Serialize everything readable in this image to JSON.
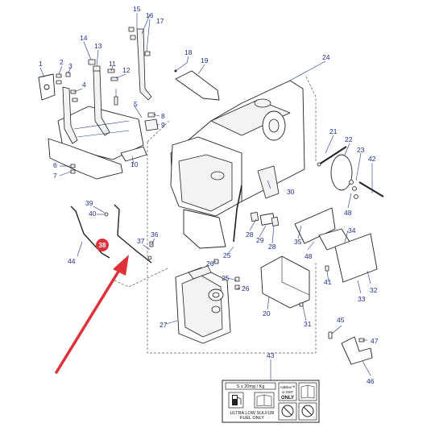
{
  "callouts": [
    {
      "id": "c1",
      "text": "1"
    },
    {
      "id": "c2",
      "text": "2"
    },
    {
      "id": "c3",
      "text": "3"
    },
    {
      "id": "c4",
      "text": "4"
    },
    {
      "id": "c5",
      "text": "5"
    },
    {
      "id": "c6",
      "text": "6"
    },
    {
      "id": "c7",
      "text": "7"
    },
    {
      "id": "c8",
      "text": "8"
    },
    {
      "id": "c9",
      "text": "9"
    },
    {
      "id": "c10",
      "text": "10"
    },
    {
      "id": "c11",
      "text": "11"
    },
    {
      "id": "c12",
      "text": "12"
    },
    {
      "id": "c13",
      "text": "13"
    },
    {
      "id": "c14",
      "text": "14"
    },
    {
      "id": "c15",
      "text": "15"
    },
    {
      "id": "c16",
      "text": "16"
    },
    {
      "id": "c17",
      "text": "17"
    },
    {
      "id": "c18",
      "text": "18"
    },
    {
      "id": "c19",
      "text": "19"
    },
    {
      "id": "c20",
      "text": "20"
    },
    {
      "id": "c21",
      "text": "21"
    },
    {
      "id": "c22",
      "text": "22"
    },
    {
      "id": "c23",
      "text": "23"
    },
    {
      "id": "c24",
      "text": "24"
    },
    {
      "id": "c25a",
      "text": "25"
    },
    {
      "id": "c25b",
      "text": "25"
    },
    {
      "id": "c26a",
      "text": "26"
    },
    {
      "id": "c26b",
      "text": "26"
    },
    {
      "id": "c27",
      "text": "27"
    },
    {
      "id": "c28a",
      "text": "28"
    },
    {
      "id": "c28b",
      "text": "28"
    },
    {
      "id": "c29",
      "text": "29"
    },
    {
      "id": "c30",
      "text": "30"
    },
    {
      "id": "c31",
      "text": "31"
    },
    {
      "id": "c32",
      "text": "32"
    },
    {
      "id": "c33",
      "text": "33"
    },
    {
      "id": "c34",
      "text": "34"
    },
    {
      "id": "c35",
      "text": "35"
    },
    {
      "id": "c36",
      "text": "36"
    },
    {
      "id": "c37",
      "text": "37"
    },
    {
      "id": "c39",
      "text": "39"
    },
    {
      "id": "c40",
      "text": "40"
    },
    {
      "id": "c41",
      "text": "41"
    },
    {
      "id": "c42",
      "text": "42"
    },
    {
      "id": "c43",
      "text": "43"
    },
    {
      "id": "c44",
      "text": "44"
    },
    {
      "id": "c45",
      "text": "45"
    },
    {
      "id": "c46",
      "text": "46"
    },
    {
      "id": "c47",
      "text": "47"
    },
    {
      "id": "c48a",
      "text": "48"
    },
    {
      "id": "c48b",
      "text": "48"
    }
  ],
  "highlight": {
    "text": "38",
    "color": "#e0303a"
  },
  "decal": {
    "top_text": "S ≤ 20mg / Kg",
    "def_text_1": "AdBlue™",
    "def_text_2": "or DEF",
    "def_text_3": "ONLY",
    "bottom_text_1": "ULTRA LOW SULFUR",
    "bottom_text_2": "FUEL ONLY"
  },
  "colors": {
    "callout": "#1f2f8f",
    "arrow": "#e0303a",
    "line": "#222222"
  }
}
